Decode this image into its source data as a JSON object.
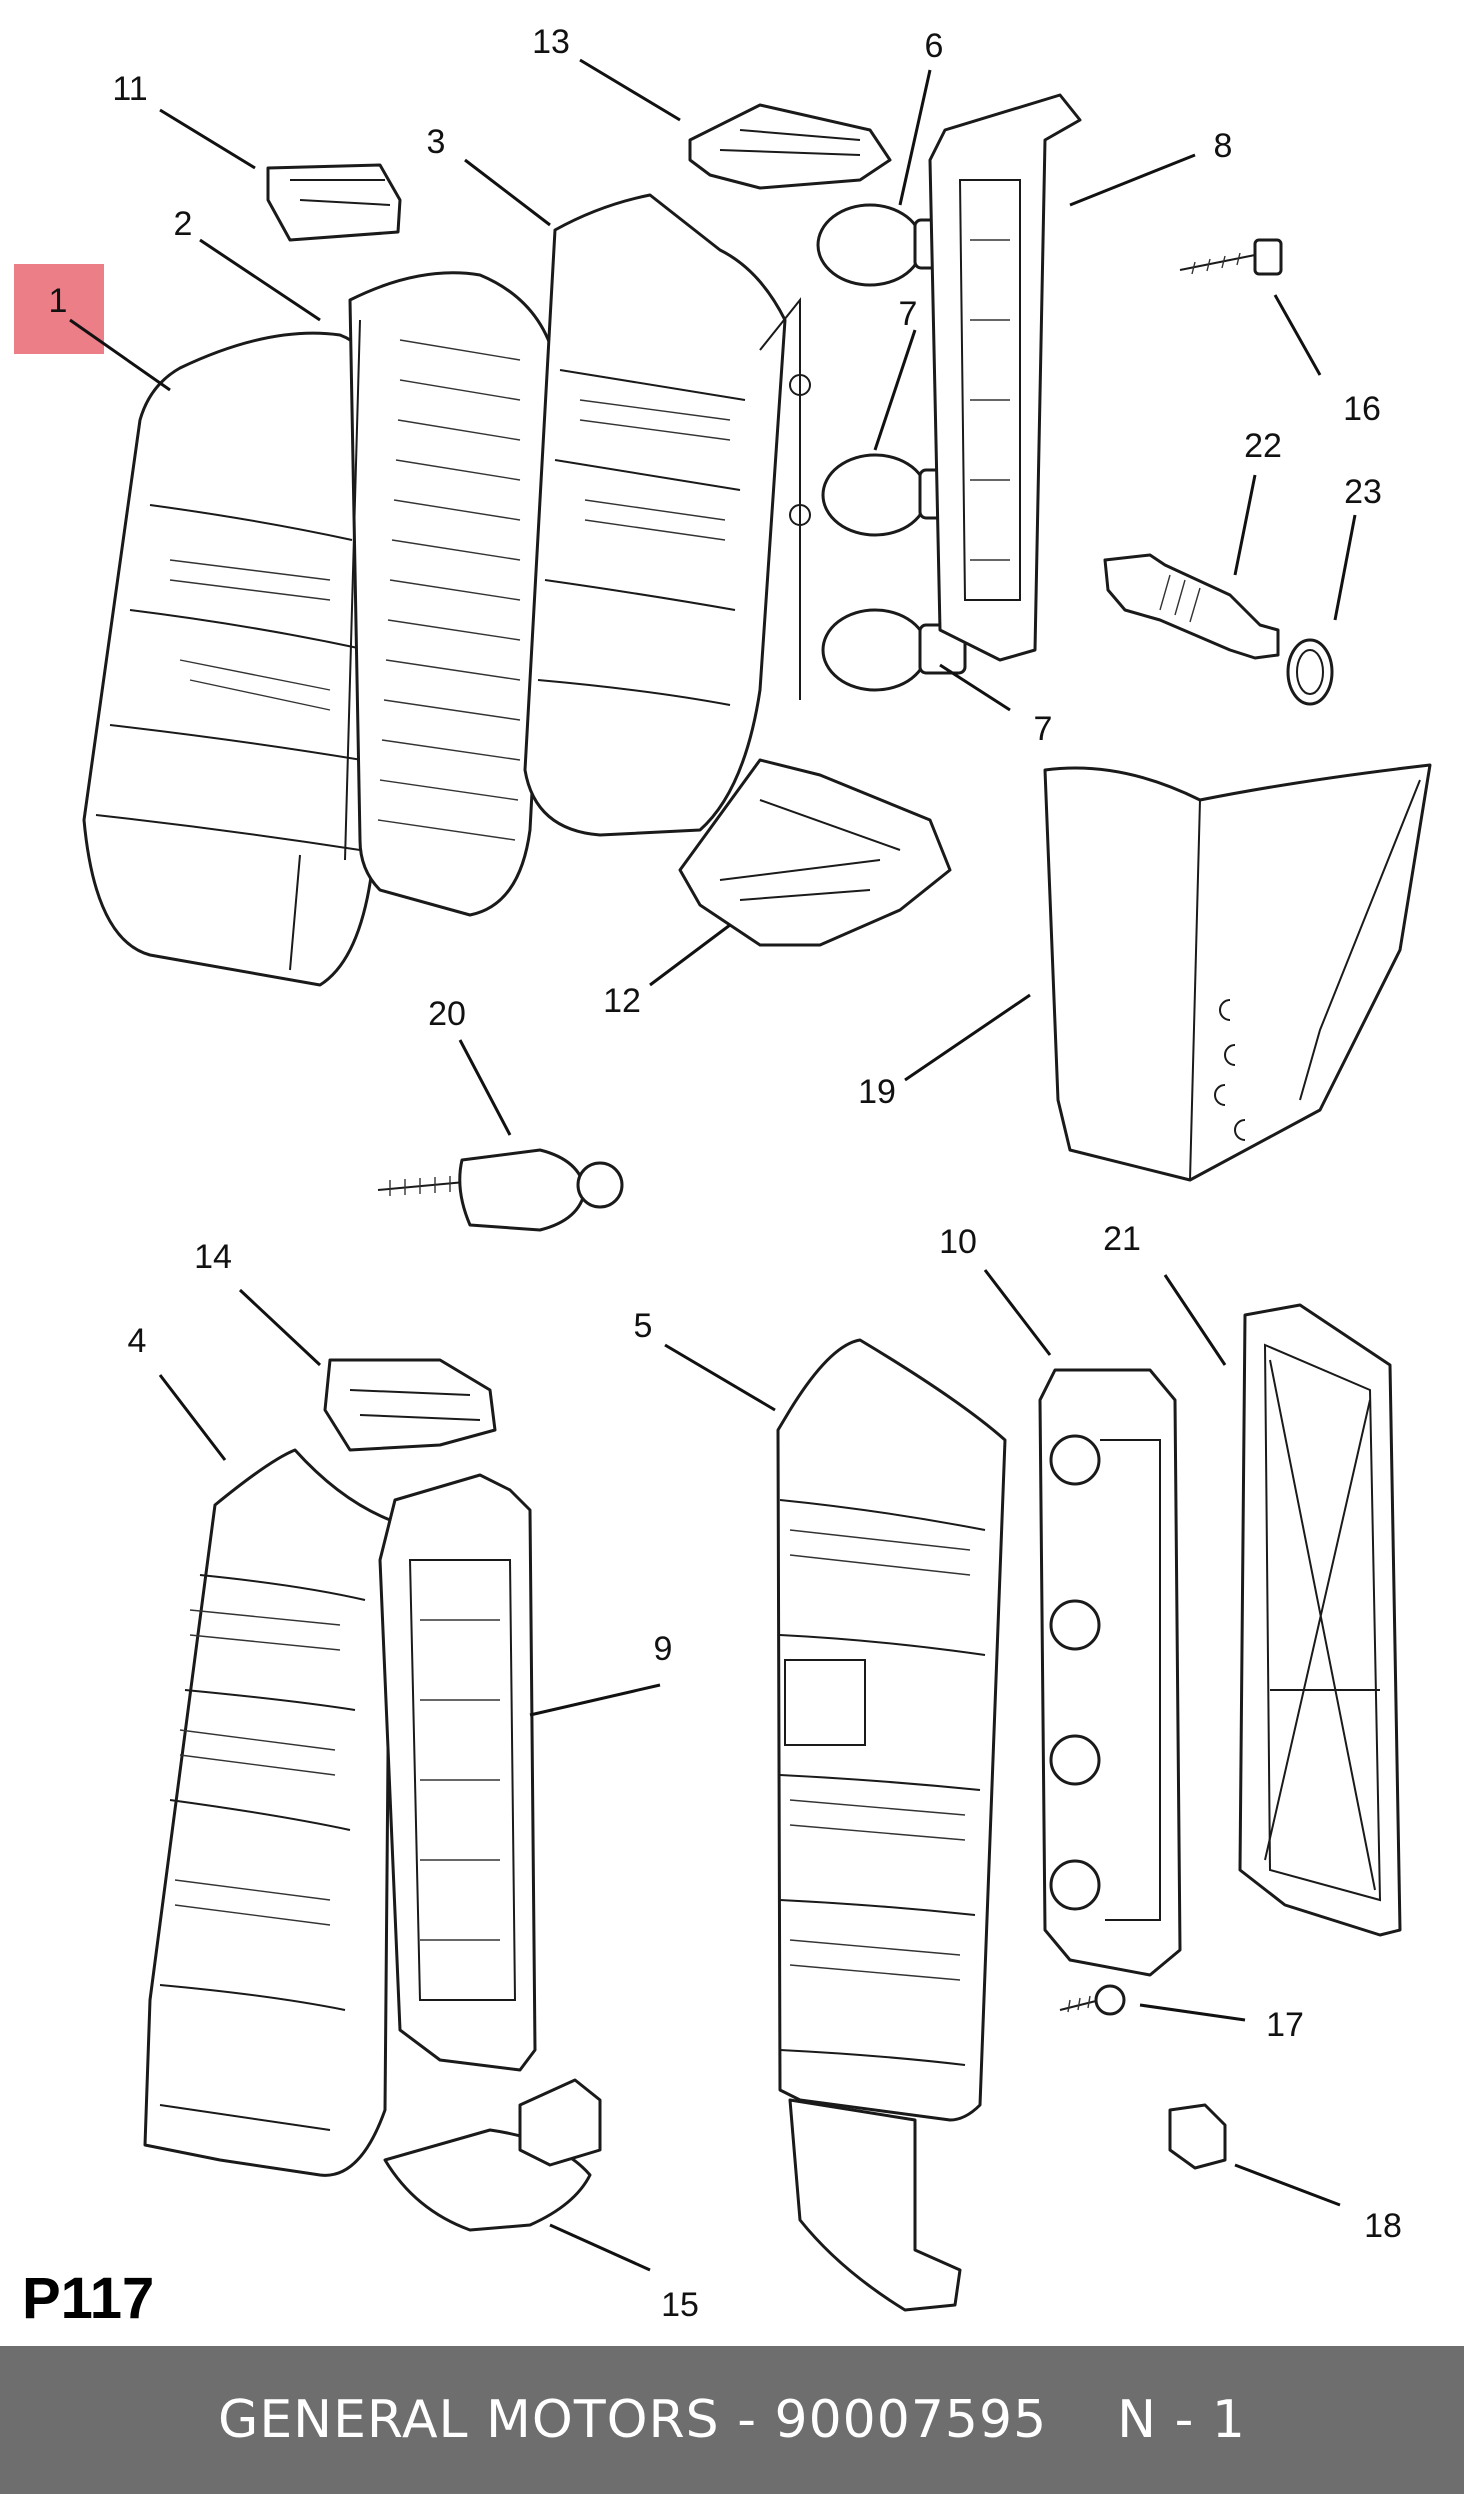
{
  "diagram": {
    "page_code": "P117",
    "callouts": [
      "1",
      "2",
      "3",
      "4",
      "5",
      "6",
      "7",
      "7",
      "8",
      "9",
      "10",
      "11",
      "12",
      "13",
      "14",
      "15",
      "16",
      "17",
      "18",
      "19",
      "20",
      "21",
      "22",
      "23"
    ],
    "highlighted_callout": "1",
    "highlight_color": "#e9707a"
  },
  "footer": {
    "manufacturer_part": "GENERAL MOTORS - 90007595",
    "quantity": "N - 1",
    "background_color": "#6e6e6e"
  }
}
